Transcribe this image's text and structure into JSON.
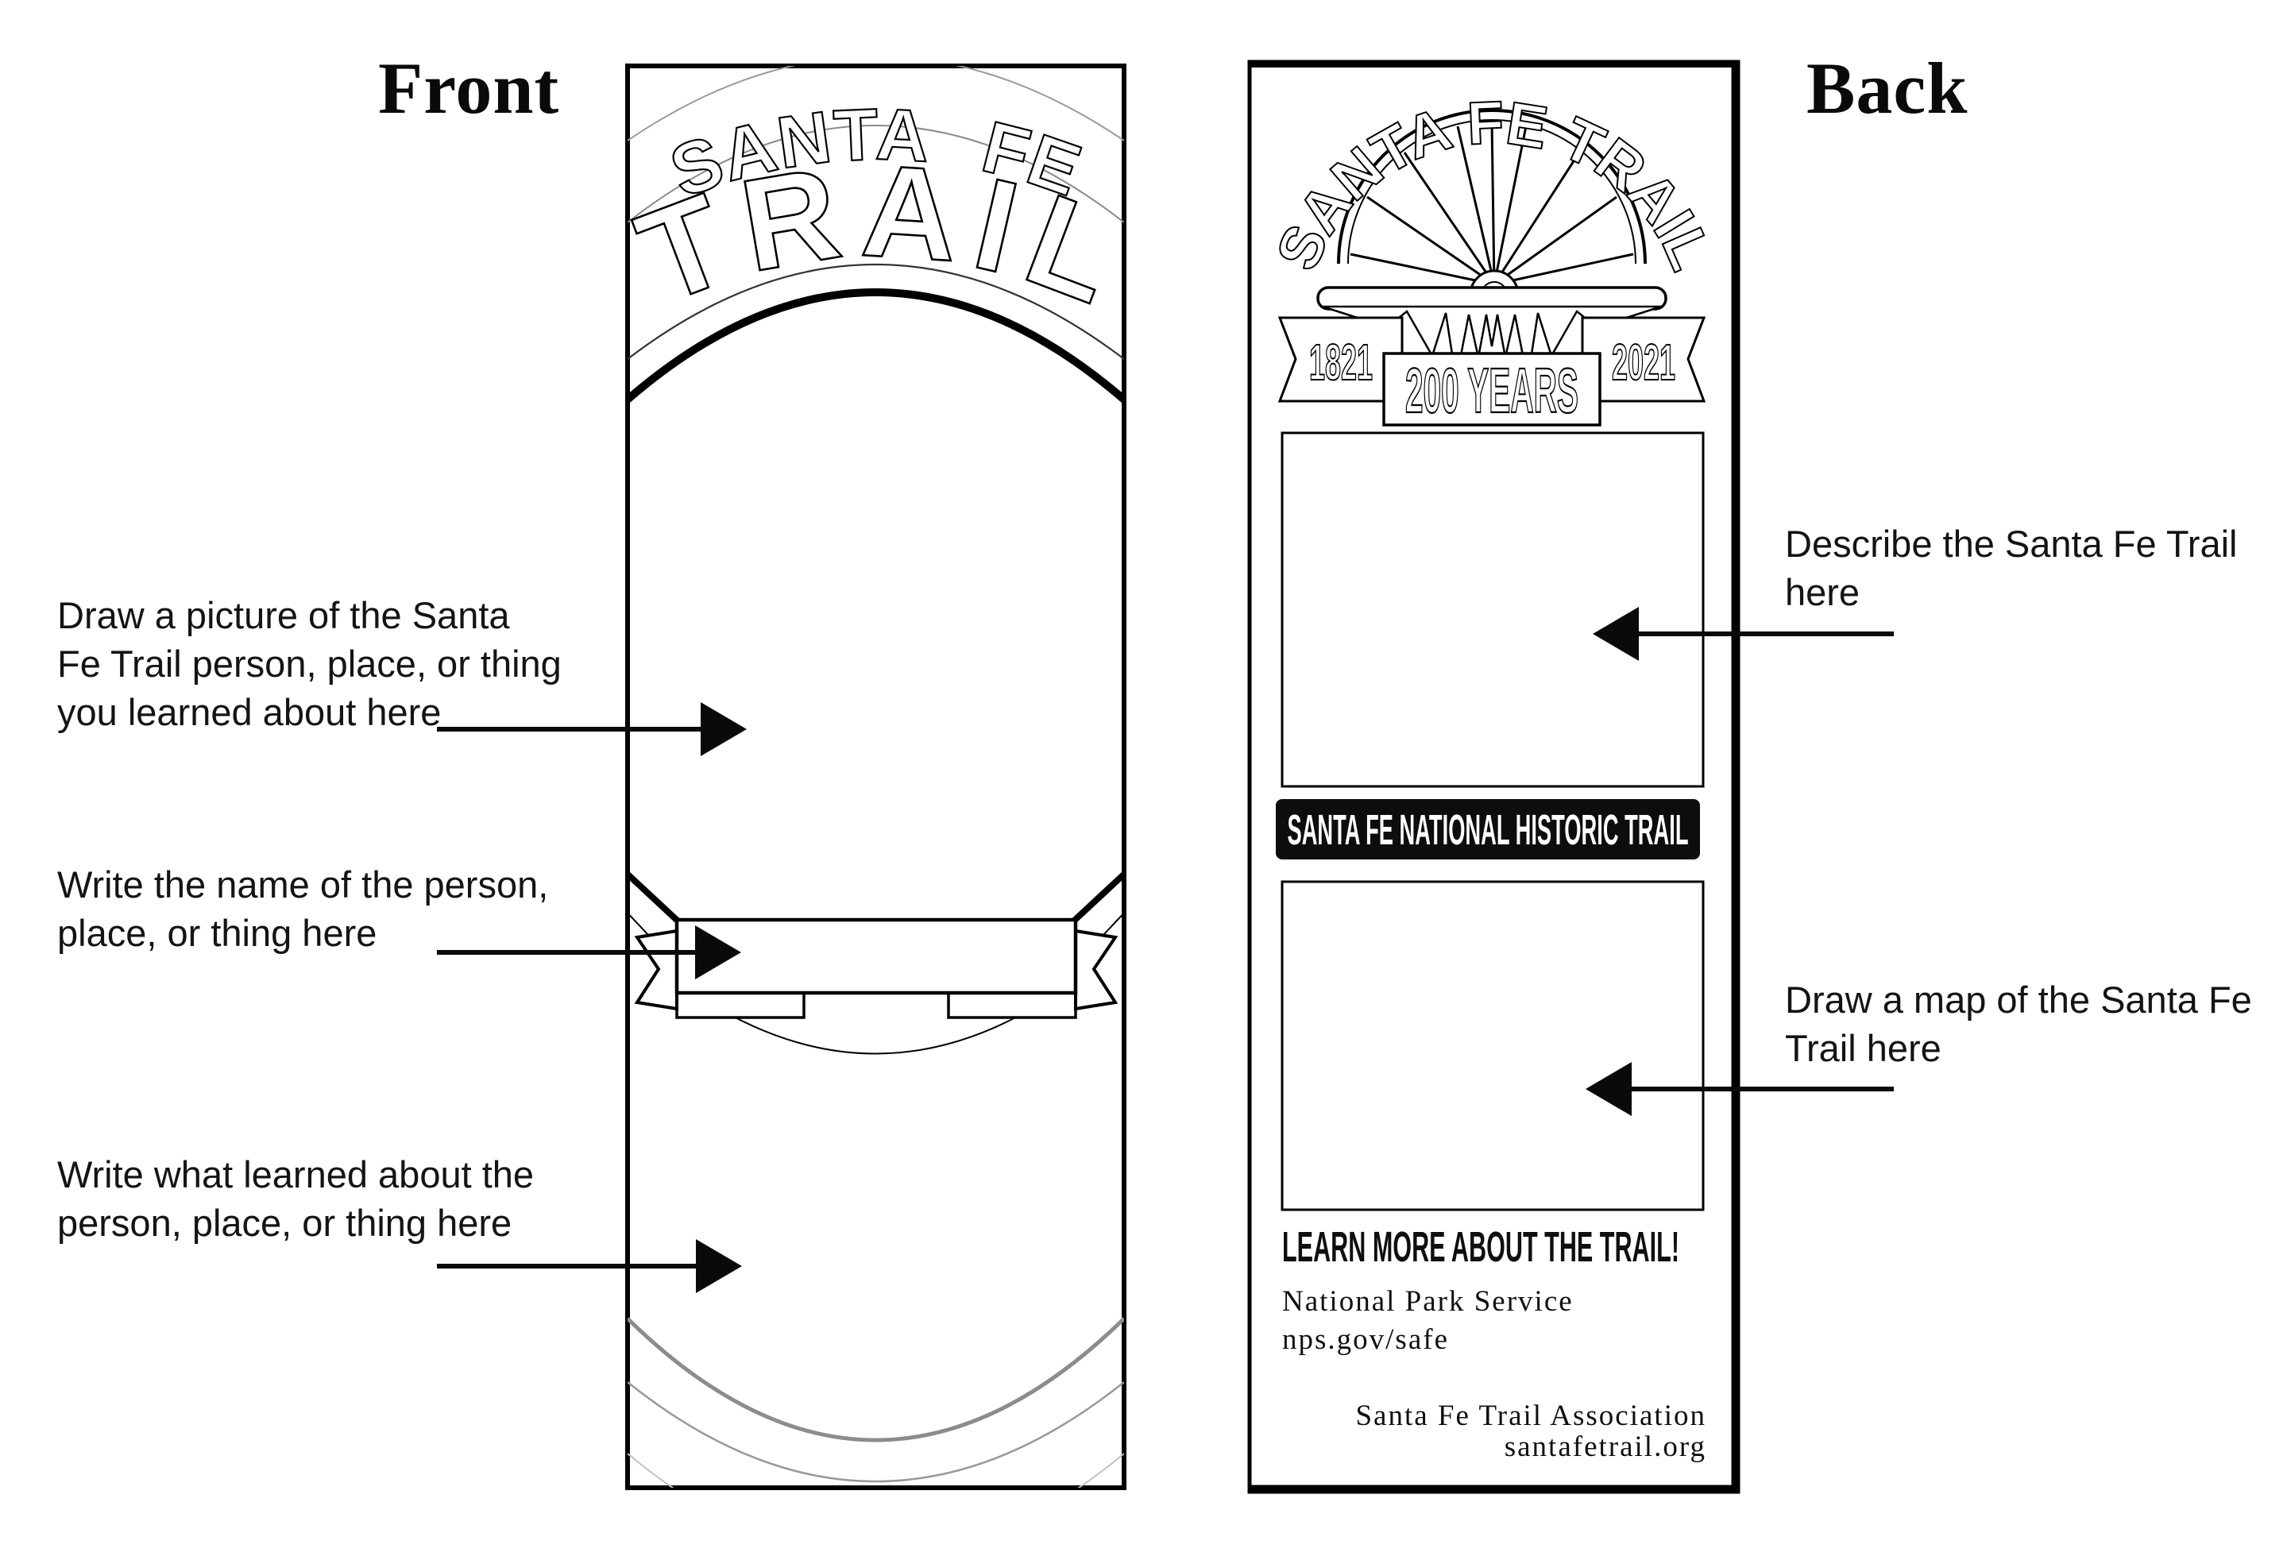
{
  "titles": {
    "front": "Front",
    "back": "Back"
  },
  "front_panel": {
    "arched_word_1": "SANTA FE",
    "arched_word_2": "TRAIL"
  },
  "back_panel": {
    "arched_title": "SANTA FE TRAIL",
    "year_left": "1821",
    "year_right": "2021",
    "anniversary_label": "200 YEARS",
    "bar_label": "SANTA FE NATIONAL HISTORIC TRAIL",
    "learn_more_label": "LEARN MORE ABOUT THE TRAIL!",
    "nps_name": "National Park Service",
    "nps_url": "nps.gov/safe",
    "association_name": "Santa Fe Trail Association",
    "association_url": "santafetrail.org"
  },
  "annotations": {
    "draw_picture": {
      "line1": "Draw a picture of the Santa",
      "line2": "Fe Trail person, place, or thing",
      "line3": "you learned about here"
    },
    "write_name": {
      "line1": "Write the name of the person,",
      "line2": "place, or thing here"
    },
    "write_learned": {
      "line1": "Write what learned about the",
      "line2": "person, place, or thing here"
    },
    "describe_trail": {
      "line1": "Describe the Santa Fe Trail",
      "line2": "here"
    },
    "draw_map": {
      "line1": "Draw a map of the Santa Fe",
      "line2": "Trail here"
    }
  },
  "colors": {
    "ink": "#000000",
    "gray_arc": "#8c8c8c",
    "bar_background": "#0d0d0d"
  }
}
